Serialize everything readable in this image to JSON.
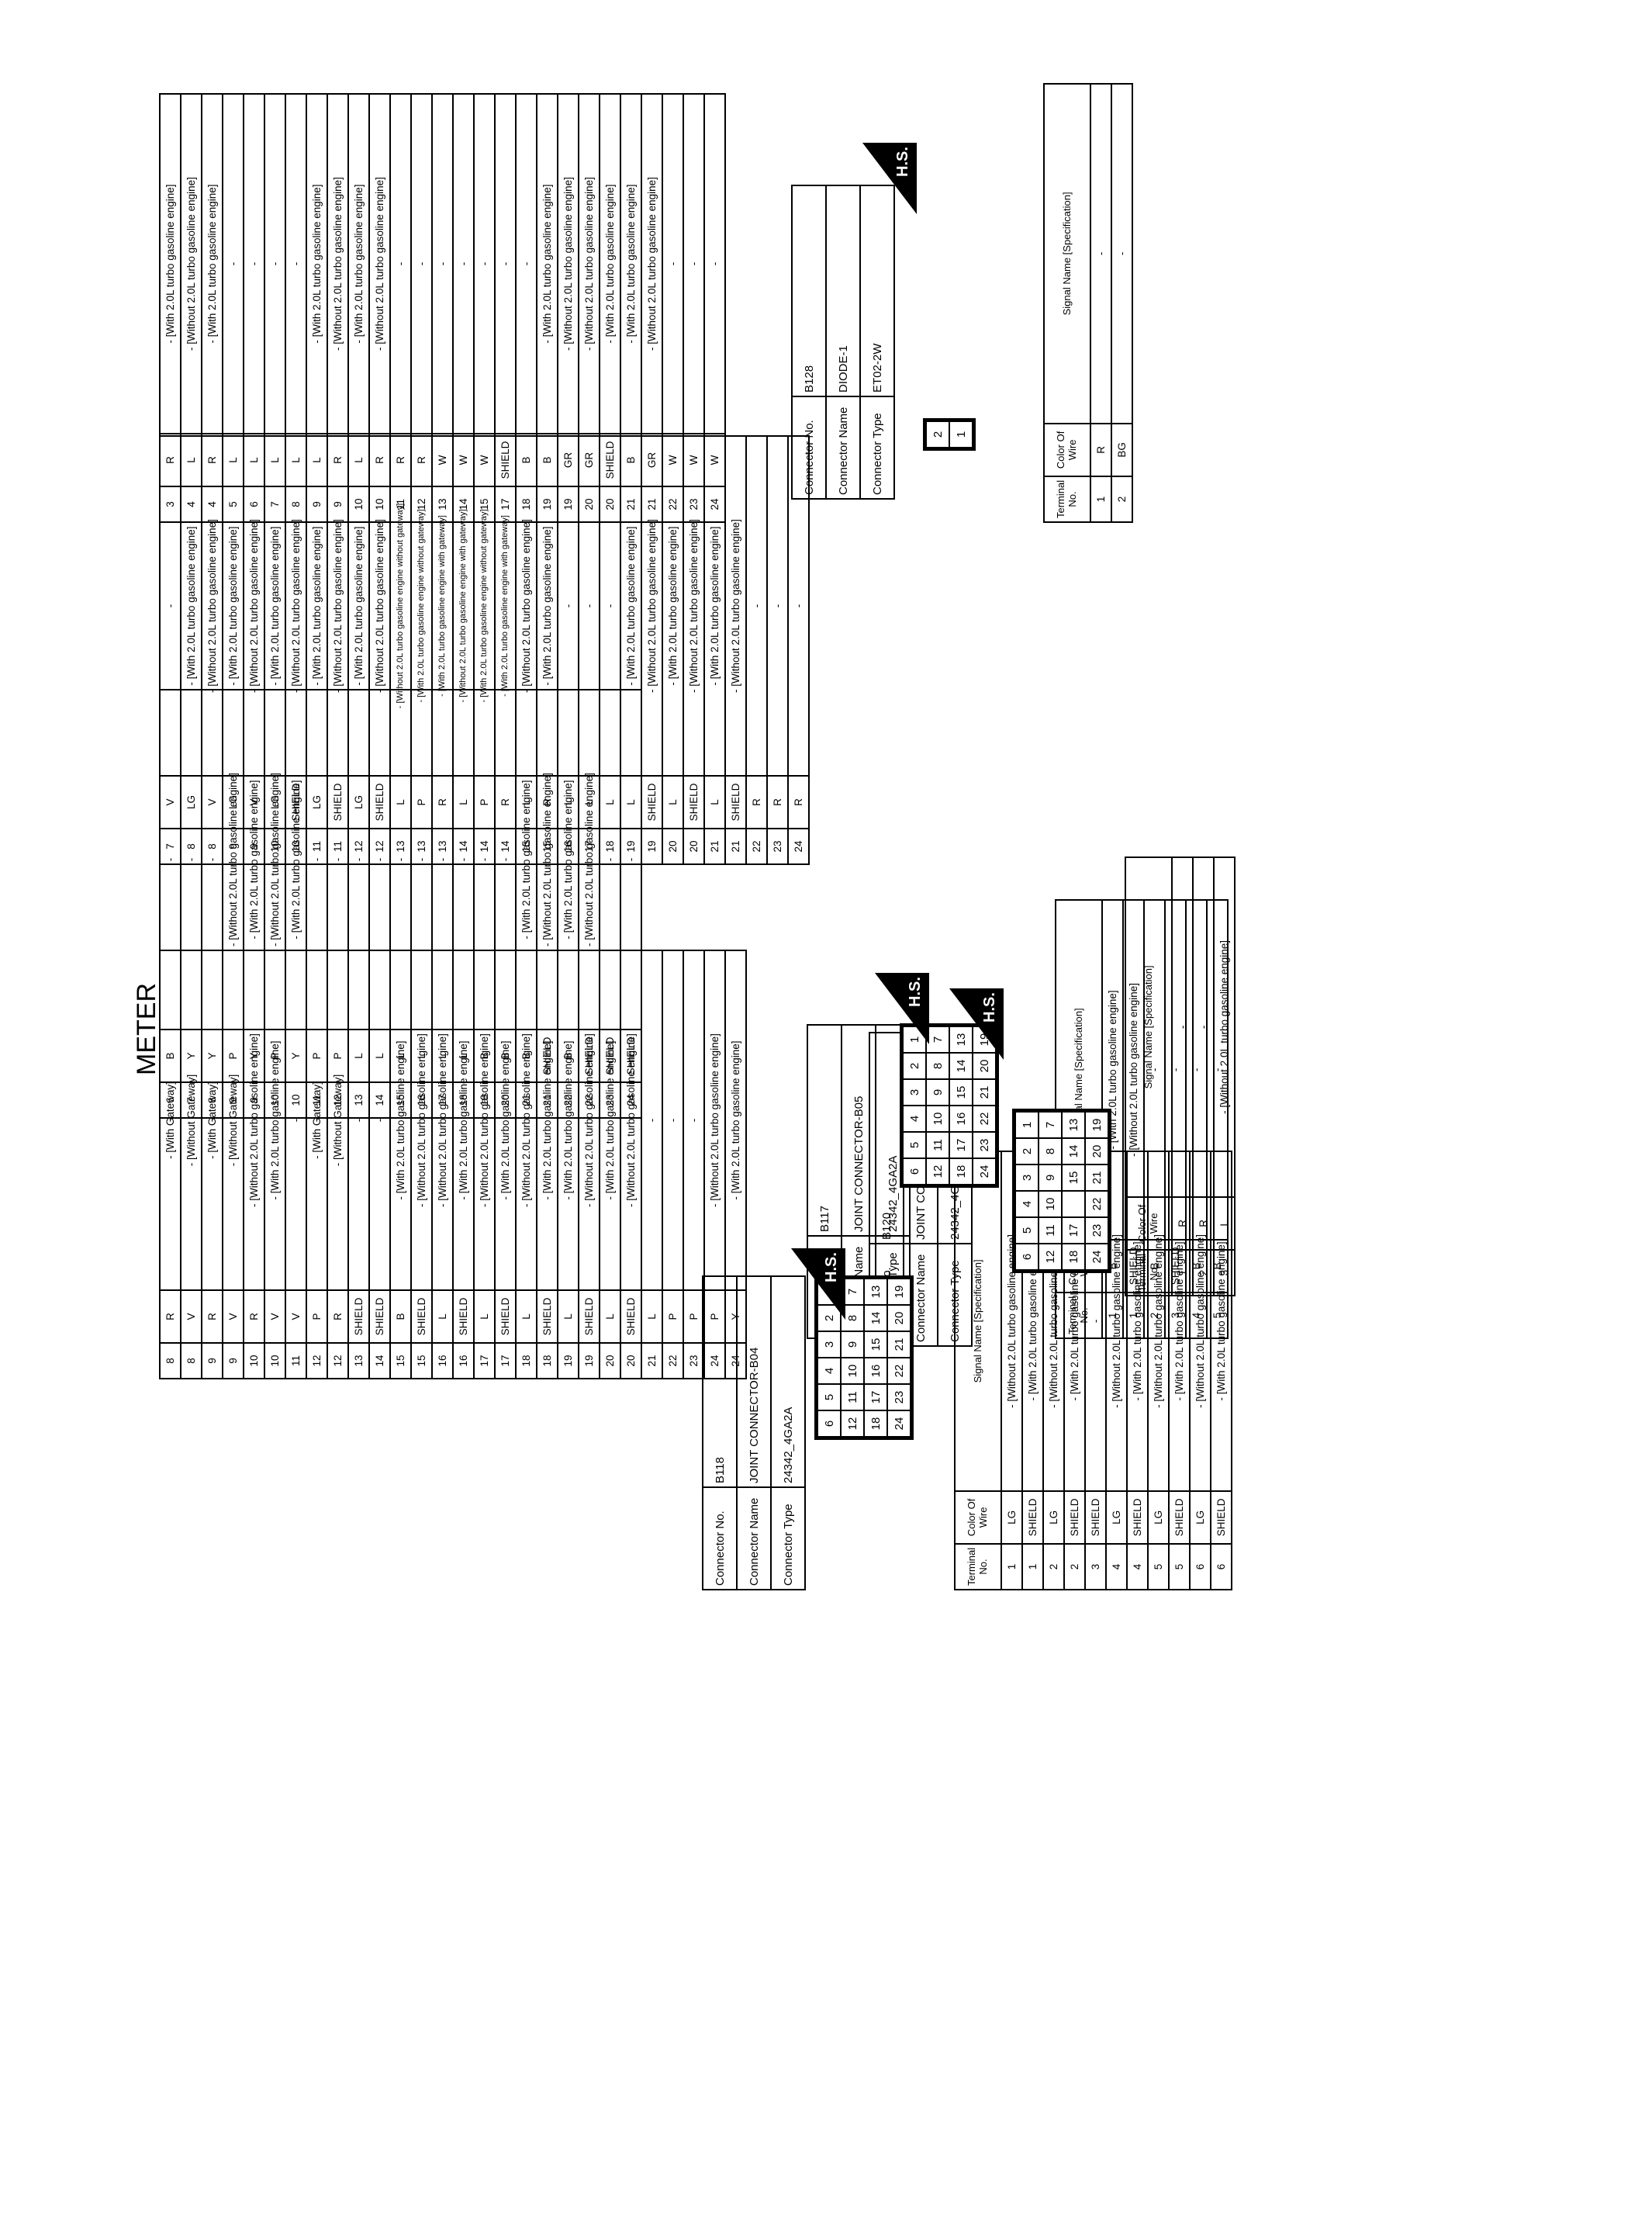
{
  "page_title": "METER",
  "headers": {
    "terminal": "Terminal No.",
    "color": "Color Of Wire",
    "signal": "Signal Name [Specification]"
  },
  "connector_labels": {
    "no": "Connector No.",
    "name": "Connector Name",
    "type": "Connector Type"
  },
  "hs_label": "H.S.",
  "tables": [
    {
      "id": "t1",
      "rows": [
        [
          "8",
          "R",
          "- [With Gateway]"
        ],
        [
          "8",
          "V",
          "- [Without Gateway]"
        ],
        [
          "9",
          "R",
          "- [With Gateway]"
        ],
        [
          "9",
          "V",
          "- [Without Gateway]"
        ],
        [
          "10",
          "R",
          "- [Without 2.0L turbo gasoline engine]"
        ],
        [
          "10",
          "V",
          "- [With 2.0L turbo gasoline engine]"
        ],
        [
          "11",
          "V",
          "-"
        ],
        [
          "12",
          "P",
          "- [With Gateway]"
        ],
        [
          "12",
          "R",
          "- [Without Gateway]"
        ],
        [
          "13",
          "SHIELD",
          "-"
        ],
        [
          "14",
          "SHIELD",
          "-"
        ],
        [
          "15",
          "B",
          "- [With 2.0L turbo gasoline engine]"
        ],
        [
          "15",
          "SHIELD",
          "- [Without 2.0L turbo gasoline engine]"
        ],
        [
          "16",
          "L",
          "- [Without 2.0L turbo gasoline engine]"
        ],
        [
          "16",
          "SHIELD",
          "- [With 2.0L turbo gasoline engine]"
        ],
        [
          "17",
          "L",
          "- [Without 2.0L turbo gasoline engine]"
        ],
        [
          "17",
          "SHIELD",
          "- [With 2.0L turbo gasoline engine]"
        ],
        [
          "18",
          "L",
          "- [Without 2.0L turbo gasoline engine]"
        ],
        [
          "18",
          "SHIELD",
          "- [With 2.0L turbo gasoline engine]"
        ],
        [
          "19",
          "L",
          "- [With 2.0L turbo gasoline engine]"
        ],
        [
          "19",
          "SHIELD",
          "- [Without 2.0L turbo gasoline engine]"
        ],
        [
          "20",
          "L",
          "- [With 2.0L turbo gasoline engine]"
        ],
        [
          "20",
          "SHIELD",
          "- [Without 2.0L turbo gasoline engine]"
        ],
        [
          "21",
          "L",
          "-"
        ],
        [
          "22",
          "P",
          "-"
        ],
        [
          "23",
          "P",
          "-"
        ],
        [
          "24",
          "P",
          "- [Without 2.0L turbo gasoline engine]"
        ],
        [
          "24",
          "Y",
          "- [With 2.0L turbo gasoline engine]"
        ]
      ]
    },
    {
      "id": "t2",
      "rows": [
        [
          "6",
          "B",
          "-"
        ],
        [
          "7",
          "Y",
          "-"
        ],
        [
          "8",
          "Y",
          "-"
        ],
        [
          "9",
          "P",
          "- [Without 2.0L turbo gasoline engine]"
        ],
        [
          "9",
          "Y",
          "- [With 2.0L turbo gasoline engine]"
        ],
        [
          "10",
          "P",
          "- [Without 2.0L turbo gasoline engine]"
        ],
        [
          "10",
          "Y",
          "- [With 2.0L turbo gasoline engine]"
        ],
        [
          "11",
          "P",
          "-"
        ],
        [
          "12",
          "P",
          "-"
        ],
        [
          "13",
          "L",
          "-"
        ],
        [
          "14",
          "L",
          "-"
        ],
        [
          "15",
          "L",
          "-"
        ],
        [
          "16",
          "L",
          "-"
        ],
        [
          "17",
          "L",
          "-"
        ],
        [
          "18",
          "L",
          "-"
        ],
        [
          "19",
          "B",
          "-"
        ],
        [
          "20",
          "B",
          "-"
        ],
        [
          "21",
          "B",
          "- [With 2.0L turbo gasoline engine]"
        ],
        [
          "21",
          "SHIELD",
          "- [Without 2.0L turbo gasoline engine]"
        ],
        [
          "22",
          "B",
          "- [With 2.0L turbo gasoline engine]"
        ],
        [
          "22",
          "SHIELD",
          "- [Without 2.0L turbo gasoline engine]"
        ],
        [
          "23",
          "SHIELD",
          "-"
        ],
        [
          "24",
          "SHIELD",
          "-"
        ]
      ]
    },
    {
      "id": "t3",
      "rows": [
        [
          "7",
          "V",
          "-"
        ],
        [
          "8",
          "LG",
          "- [With 2.0L turbo gasoline engine]"
        ],
        [
          "8",
          "V",
          "- [Without 2.0L turbo gasoline engine]"
        ],
        [
          "9",
          "LG",
          "- [With 2.0L turbo gasoline engine]"
        ],
        [
          "9",
          "V",
          "- [Without 2.0L turbo gasoline engine]"
        ],
        [
          "10",
          "LG",
          "- [With 2.0L turbo gasoline engine]"
        ],
        [
          "10",
          "SHIELD",
          "- [Without 2.0L turbo gasoline engine]"
        ],
        [
          "11",
          "LG",
          "- [With 2.0L turbo gasoline engine]"
        ],
        [
          "11",
          "SHIELD",
          "- [Without 2.0L turbo gasoline engine]"
        ],
        [
          "12",
          "LG",
          "- [With 2.0L turbo gasoline engine]"
        ],
        [
          "12",
          "SHIELD",
          "- [Without 2.0L turbo gasoline engine]"
        ],
        [
          "13",
          "L",
          "- [Without 2.0L turbo gasoline engine without gateway]"
        ],
        [
          "13",
          "P",
          "- [With 2.0L turbo gasoline engine without gateway]"
        ],
        [
          "13",
          "R",
          "- [With 2.0L turbo gasoline engine with gateway]"
        ],
        [
          "14",
          "L",
          "- [Without 2.0L turbo gasoline engine with gateway]"
        ],
        [
          "14",
          "P",
          "- [With 2.0L turbo gasoline engine without gateway]"
        ],
        [
          "14",
          "R",
          "- [With 2.0L turbo gasoline engine with gateway]"
        ],
        [
          "15",
          "L",
          "- [Without 2.0L turbo gasoline engine]"
        ],
        [
          "15",
          "R",
          "- [With 2.0L turbo gasoline engine]"
        ],
        [
          "16",
          "L",
          "-"
        ],
        [
          "17",
          "L",
          "-"
        ],
        [
          "18",
          "L",
          "-"
        ],
        [
          "19",
          "L",
          "- [With 2.0L turbo gasoline engine]"
        ],
        [
          "19",
          "SHIELD",
          "- [Without 2.0L turbo gasoline engine]"
        ],
        [
          "20",
          "L",
          "- [With 2.0L turbo gasoline engine]"
        ],
        [
          "20",
          "SHIELD",
          "- [Without 2.0L turbo gasoline engine]"
        ],
        [
          "21",
          "L",
          "- [With 2.0L turbo gasoline engine]"
        ],
        [
          "21",
          "SHIELD",
          "- [Without 2.0L turbo gasoline engine]"
        ],
        [
          "22",
          "R",
          "-"
        ],
        [
          "23",
          "R",
          "-"
        ],
        [
          "24",
          "R",
          "-"
        ]
      ]
    },
    {
      "id": "t4",
      "rows": [
        [
          "3",
          "R",
          "- [With 2.0L turbo gasoline engine]"
        ],
        [
          "4",
          "L",
          "- [Without 2.0L turbo gasoline engine]"
        ],
        [
          "4",
          "R",
          "- [With 2.0L turbo gasoline engine]"
        ],
        [
          "5",
          "L",
          "-"
        ],
        [
          "6",
          "L",
          "-"
        ],
        [
          "7",
          "L",
          "-"
        ],
        [
          "8",
          "L",
          "-"
        ],
        [
          "9",
          "L",
          "- [With 2.0L turbo gasoline engine]"
        ],
        [
          "9",
          "R",
          "- [Without 2.0L turbo gasoline engine]"
        ],
        [
          "10",
          "L",
          "- [With 2.0L turbo gasoline engine]"
        ],
        [
          "10",
          "R",
          "- [Without 2.0L turbo gasoline engine]"
        ],
        [
          "11",
          "R",
          "-"
        ],
        [
          "12",
          "R",
          "-"
        ],
        [
          "13",
          "W",
          "-"
        ],
        [
          "14",
          "W",
          "-"
        ],
        [
          "15",
          "W",
          "-"
        ],
        [
          "17",
          "SHIELD",
          "-"
        ],
        [
          "18",
          "B",
          "-"
        ],
        [
          "19",
          "B",
          "- [With 2.0L turbo gasoline engine]"
        ],
        [
          "19",
          "GR",
          "- [Without 2.0L turbo gasoline engine]"
        ],
        [
          "20",
          "GR",
          "- [Without 2.0L turbo gasoline engine]"
        ],
        [
          "20",
          "SHIELD",
          "- [With 2.0L turbo gasoline engine]"
        ],
        [
          "21",
          "B",
          "- [With 2.0L turbo gasoline engine]"
        ],
        [
          "21",
          "GR",
          "- [Without 2.0L turbo gasoline engine]"
        ],
        [
          "22",
          "W",
          "-"
        ],
        [
          "23",
          "W",
          "-"
        ],
        [
          "24",
          "W",
          "-"
        ]
      ]
    }
  ],
  "connectors": [
    {
      "id": "B117",
      "no": "B117",
      "name": "JOINT CONNECTOR-B05",
      "type": "24342_4GA2A",
      "terminals": [
        [
          "1",
          "B",
          "- [With 2.0L turbo gasoline engine]"
        ],
        [
          "1",
          "SHIELD",
          "- [Without 2.0L turbo gasoline engine]"
        ],
        [
          "2",
          "B",
          "-"
        ],
        [
          "3",
          "SHIELD",
          "-"
        ],
        [
          "4",
          "B",
          "-"
        ],
        [
          "5",
          "B",
          "-"
        ]
      ]
    },
    {
      "id": "B118",
      "no": "B118",
      "name": "JOINT CONNECTOR-B04",
      "type": "24342_4GA2A",
      "terminals": [
        [
          "1",
          "LG",
          "- [Without 2.0L turbo gasoline engine]"
        ],
        [
          "1",
          "SHIELD",
          "- [With 2.0L turbo gasoline engine]"
        ],
        [
          "2",
          "LG",
          "- [Without 2.0L turbo gasoline engine]"
        ],
        [
          "2",
          "SHIELD",
          "- [With 2.0L turbo gasoline engine]"
        ],
        [
          "3",
          "SHIELD",
          "-"
        ],
        [
          "4",
          "LG",
          "- [Without 2.0L turbo gasoline engine]"
        ],
        [
          "4",
          "SHIELD",
          "- [With 2.0L turbo gasoline engine]"
        ],
        [
          "5",
          "LG",
          "- [Without 2.0L turbo gasoline engine]"
        ],
        [
          "5",
          "SHIELD",
          "- [With 2.0L turbo gasoline engine]"
        ],
        [
          "6",
          "LG",
          "- [Without 2.0L turbo gasoline engine]"
        ],
        [
          "6",
          "SHIELD",
          "- [With 2.0L turbo gasoline engine]"
        ]
      ]
    },
    {
      "id": "B120",
      "no": "B120",
      "name": "JOINT CONNECTOR-B02",
      "type": "24342_4GA2A",
      "terminals": [
        [
          "1",
          "R",
          "-"
        ],
        [
          "2",
          "R",
          "-"
        ],
        [
          "3",
          "L",
          "- [Without 2.0L turbo gasoline engine]"
        ]
      ]
    },
    {
      "id": "B128",
      "no": "B128",
      "name": "DIODE-1",
      "type": "ET02-2W",
      "terminals": [
        [
          "1",
          "R",
          "-"
        ],
        [
          "2",
          "BG",
          "-"
        ]
      ]
    }
  ],
  "grid24": [
    [
      "6",
      "5",
      "4",
      "3",
      "2",
      "1"
    ],
    [
      "12",
      "11",
      "10",
      "9",
      "8",
      "7"
    ],
    [
      "18",
      "17",
      "16",
      "15",
      "14",
      "13"
    ],
    [
      "24",
      "23",
      "22",
      "21",
      "20",
      "19"
    ]
  ],
  "grid24_b120": [
    [
      "6",
      "5",
      "4",
      "3",
      "2",
      "1"
    ],
    [
      "12",
      "11",
      "10",
      "9",
      "8",
      "7"
    ],
    [
      "18",
      "17",
      "",
      "15",
      "14",
      "13"
    ],
    [
      "24",
      "23",
      "22",
      "21",
      "20",
      "19"
    ]
  ],
  "grid2": [
    [
      "2"
    ],
    [
      "1"
    ]
  ]
}
